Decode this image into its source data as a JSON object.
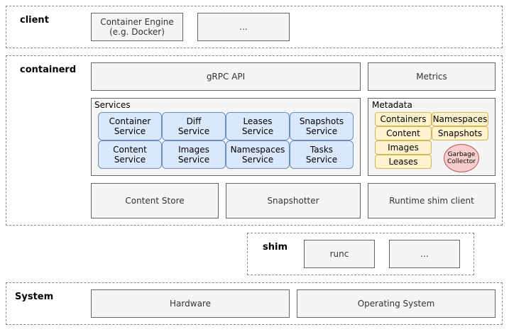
{
  "client": {
    "title": "client",
    "container_engine": "Container Engine\n(e.g. Docker)",
    "more": "..."
  },
  "containerd": {
    "title": "containerd",
    "grpc_api": "gRPC API",
    "metrics": "Metrics",
    "services": {
      "label": "Services",
      "items": [
        "Container\nService",
        "Diff\nService",
        "Leases\nService",
        "Snapshots\nService",
        "Content\nService",
        "Images\nService",
        "Namespaces\nService",
        "Tasks\nService"
      ]
    },
    "metadata": {
      "label": "Metadata",
      "containers": "Containers",
      "namespaces": "Namespaces",
      "content": "Content",
      "snapshots": "Snapshots",
      "images": "Images",
      "leases": "Leases",
      "garbage_collector": "Garbage\nCollector"
    },
    "content_store": "Content Store",
    "snapshotter": "Snapshotter",
    "runtime_shim_client": "Runtime shim client"
  },
  "shim": {
    "title": "shim",
    "runc": "runc",
    "more": "..."
  },
  "system": {
    "title": "System",
    "hardware": "Hardware",
    "operating_system": "Operating System"
  },
  "colors": {
    "service_fill": "#dae8fc",
    "service_stroke": "#6c8ebf",
    "metadata_fill": "#fff2cc",
    "metadata_stroke": "#d6b656",
    "gc_fill": "#f8cecc",
    "gc_stroke": "#b85450"
  }
}
